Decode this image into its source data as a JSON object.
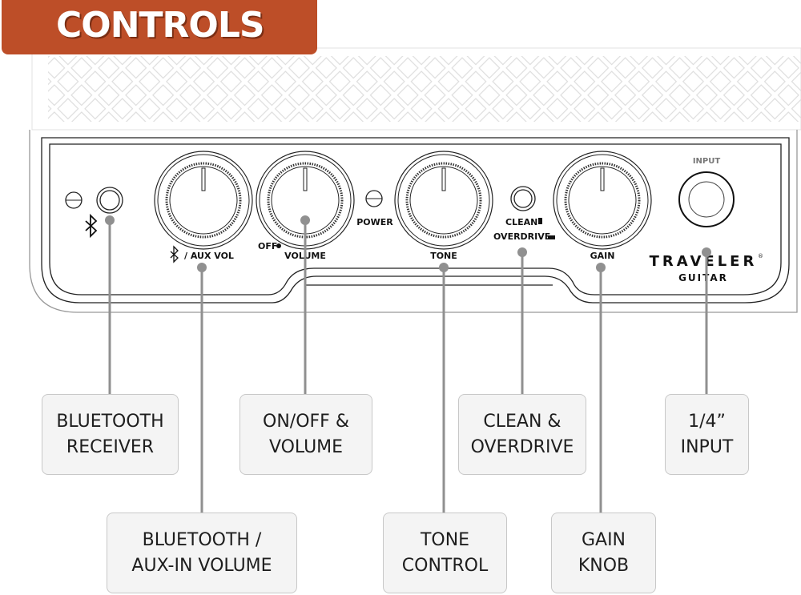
{
  "header": {
    "title": "CONTROLS",
    "accent": "#bd4e28"
  },
  "panel": {
    "aux_vol_label": "/ AUX VOL",
    "off_label": "OFF",
    "volume_label": "VOLUME",
    "power_label": "POWER",
    "tone_label": "TONE",
    "clean_label": "CLEAN",
    "overdrive_label": "OVERDRIVE",
    "gain_label": "GAIN",
    "input_label": "INPUT",
    "brand": "TRAVELER",
    "brand_mark": "®",
    "brand_sub": "GUITAR"
  },
  "callouts": [
    {
      "id": "bluetooth-receiver",
      "label": "BLUETOOTH\nRECEIVER"
    },
    {
      "id": "on-off-volume",
      "label": "ON/OFF &\nVOLUME"
    },
    {
      "id": "clean-overdrive",
      "label": "CLEAN &\nOVERDRIVE"
    },
    {
      "id": "input",
      "label": "1/4”\nINPUT"
    },
    {
      "id": "bluetooth-aux-volume",
      "label": "BLUETOOTH /\nAUX-IN VOLUME"
    },
    {
      "id": "tone-control",
      "label": "TONE\nCONTROL"
    },
    {
      "id": "gain-knob",
      "label": "GAIN\nKNOB"
    }
  ]
}
